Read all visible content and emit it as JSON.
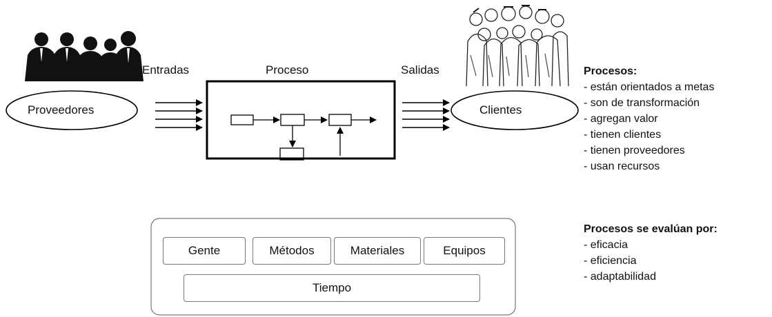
{
  "labels": {
    "entradas": "Entradas",
    "proceso": "Proceso",
    "salidas": "Salidas",
    "proveedores": "Proveedores",
    "clientes": "Clientes"
  },
  "resources": {
    "items": [
      "Gente",
      "Métodos",
      "Materiales",
      "Equipos"
    ],
    "time": "Tiempo"
  },
  "processes": {
    "title": "Procesos:",
    "items": [
      "- están orientados a metas",
      "- son de transformación",
      "- agregan valor",
      "- tienen clientes",
      "- tienen proveedores",
      "- usan recursos"
    ]
  },
  "evaluation": {
    "title": "Procesos se evalúan por:",
    "items": [
      "- eficacia",
      "- eficiencia",
      "- adaptabilidad"
    ]
  },
  "icons": {
    "suppliers": "business-people-silhouette-icon",
    "customers": "crowd-sketch-icon"
  }
}
